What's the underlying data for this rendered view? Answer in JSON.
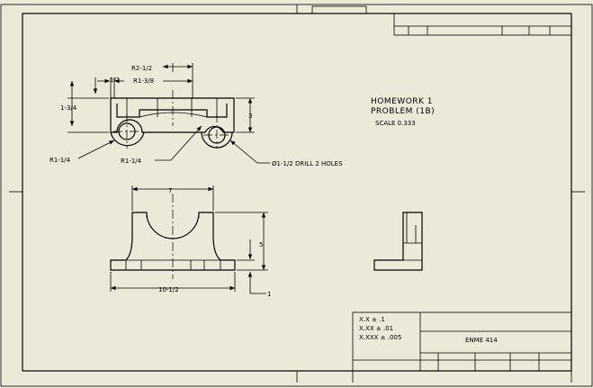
{
  "note": {
    "line1": "HOMEWORK 1",
    "line2": "PROBLEM (1B)",
    "scale": "SCALE  0.333"
  },
  "dimensions": {
    "r2": "R2-1/2",
    "half": "1/2",
    "r1_38": "R1-3/8",
    "h1_34": "1-3/4",
    "three": "3",
    "r1_14_left": "R1-1/4",
    "r1_14_mid": "R1-1/4",
    "drill": "Ø1-1/2 DRILL 2 HOLES",
    "seven": "7",
    "five": "5",
    "ten_half": "10-1/2",
    "one": "1"
  },
  "tolerance": {
    "line1": "X.X ± .1",
    "line2": "X.XX ± .01",
    "line3": "X.XXX ± .005"
  },
  "title_block": {
    "course": "ENME 414"
  }
}
